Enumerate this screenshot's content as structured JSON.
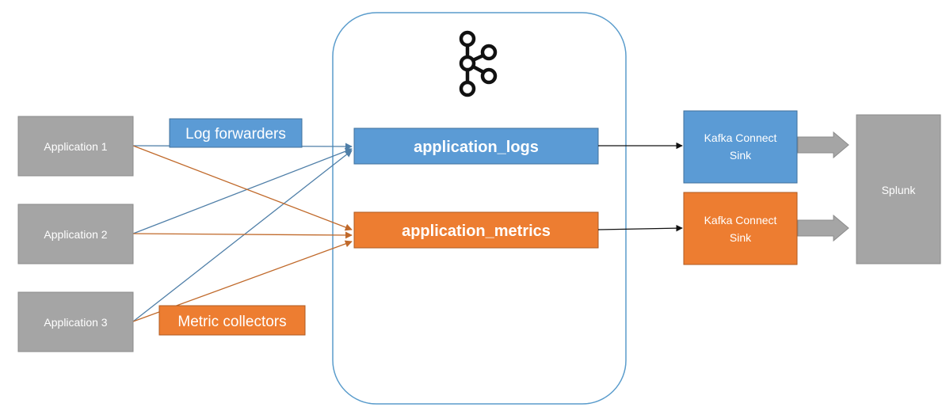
{
  "applications": [
    {
      "id": "app1",
      "label": "Application 1"
    },
    {
      "id": "app2",
      "label": "Application 2"
    },
    {
      "id": "app3",
      "label": "Application 3"
    }
  ],
  "forwarders": {
    "log": "Log forwarders",
    "metric": "Metric collectors"
  },
  "topics": {
    "logs": "application_logs",
    "metrics": "application_metrics"
  },
  "sinks": {
    "top": [
      "Kafka Connect",
      "Sink"
    ],
    "bottom": [
      "Kafka Connect",
      "Sink"
    ]
  },
  "destination": "Splunk",
  "icons": {
    "broker": "kafka-logo-icon"
  },
  "colors": {
    "blue": "#5b9bd5",
    "blue_border": "#41719c",
    "orange": "#ed7d31",
    "orange_border": "#ae5a21",
    "gray": "#a5a5a5",
    "gray_border": "#8c8c8c",
    "blue_line": "#4f7fa8",
    "orange_line": "#c0692a",
    "cluster_border": "#5a9ccc",
    "black": "#111111"
  }
}
